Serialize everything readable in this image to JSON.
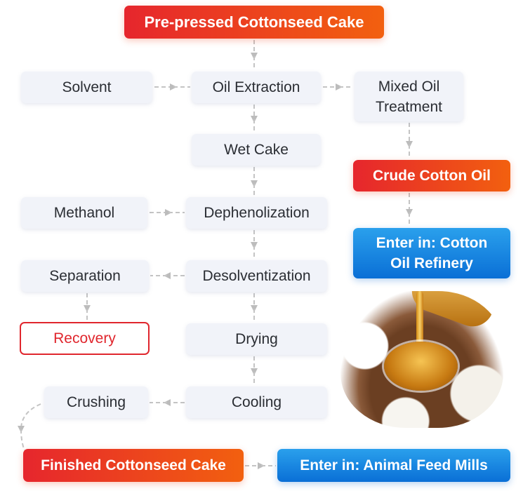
{
  "nodes": {
    "pre_pressed": "Pre-pressed Cottonseed Cake",
    "solvent": "Solvent",
    "oil_extraction": "Oil Extraction",
    "mixed_oil": "Mixed Oil Treatment",
    "wet_cake": "Wet Cake",
    "crude_oil": "Crude Cotton Oil",
    "methanol": "Methanol",
    "dephenolization": "Dephenolization",
    "refinery": "Enter in: Cotton Oil Refinery",
    "separation": "Separation",
    "desolventization": "Desolventization",
    "recovery": "Recovery",
    "drying": "Drying",
    "crushing": "Crushing",
    "cooling": "Cooling",
    "finished": "Finished Cottonseed Cake",
    "feed_mills": "Enter in: Animal Feed Mills"
  },
  "colors": {
    "accent_red": "#e6262d",
    "accent_orange": "#f2600f",
    "accent_blue": "#0a6fd6",
    "box_bg": "#f1f3f9",
    "arrow": "#bcbcbc"
  }
}
